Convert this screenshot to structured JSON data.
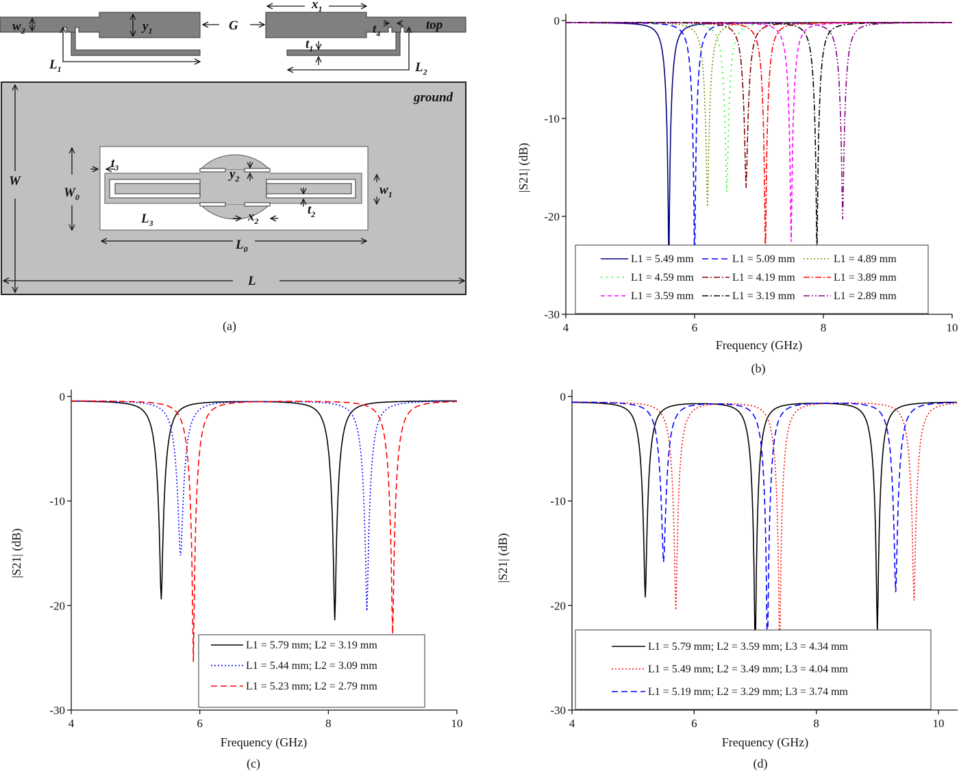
{
  "panel_a": {
    "caption": "(a)",
    "labels": {
      "w2": {
        "t": "w",
        "s": "2"
      },
      "y1": {
        "t": "y",
        "s": "1"
      },
      "G": {
        "t": "G",
        "s": ""
      },
      "x1": {
        "t": "x",
        "s": "1"
      },
      "t4": {
        "t": "t",
        "s": "4"
      },
      "top": {
        "t": "top",
        "s": ""
      },
      "t1": {
        "t": "t",
        "s": "1"
      },
      "L1": {
        "t": "L",
        "s": "1"
      },
      "L2": {
        "t": "L",
        "s": "2"
      },
      "ground": {
        "t": "ground",
        "s": ""
      },
      "W": {
        "t": "W",
        "s": ""
      },
      "W0": {
        "t": "W",
        "s": "0"
      },
      "t3": {
        "t": "t",
        "s": "3"
      },
      "y2": {
        "t": "y",
        "s": "2"
      },
      "w1": {
        "t": "w",
        "s": "1"
      },
      "t2": {
        "t": "t",
        "s": "2"
      },
      "L3": {
        "t": "L",
        "s": "3"
      },
      "x2": {
        "t": "x",
        "s": "2"
      },
      "L0": {
        "t": "L",
        "s": "0"
      },
      "L": {
        "t": "L",
        "s": ""
      }
    },
    "colors": {
      "metal": "#808080",
      "ground": "#c0c0c0",
      "slot": "#ffffff"
    }
  },
  "chart_data": [
    {
      "panel": "b",
      "caption": "(b)",
      "type": "line",
      "xlabel": "Frequency (GHz)",
      "ylabel": "|S21| (dB)",
      "xlim": [
        4,
        10
      ],
      "ylim": [
        -30,
        0
      ],
      "xticks": [
        "4",
        "6",
        "8",
        "10"
      ],
      "yticks": [
        "0",
        "-10",
        "-20",
        "-30"
      ],
      "grid": false,
      "legend": "bottom-center",
      "baseline_db": -0.2,
      "series": [
        {
          "name": "L1 = 5.49 mm",
          "color": "#000080",
          "style": "solid",
          "minima": [
            [
              5.6,
              -26
            ]
          ]
        },
        {
          "name": "L1 = 5.09 mm",
          "color": "#0000ff",
          "style": "dashed",
          "minima": [
            [
              6.0,
              -26
            ]
          ]
        },
        {
          "name": "L1 = 4.89 mm",
          "color": "#808000",
          "style": "dotted",
          "minima": [
            [
              6.2,
              -18.8
            ]
          ]
        },
        {
          "name": "L1 = 4.59 mm",
          "color": "#00ff00",
          "style": "dotted-sparse",
          "minima": [
            [
              6.5,
              -17.3
            ]
          ]
        },
        {
          "name": "L1 = 4.19 mm",
          "color": "#800000",
          "style": "dashdot",
          "minima": [
            [
              6.8,
              -16.9
            ]
          ]
        },
        {
          "name": "L1 = 3.89 mm",
          "color": "#ff0000",
          "style": "dashdot",
          "minima": [
            [
              7.1,
              -25
            ]
          ]
        },
        {
          "name": "L1 = 3.59 mm",
          "color": "#ff00ff",
          "style": "short-dashed",
          "minima": [
            [
              7.5,
              -22.4
            ]
          ]
        },
        {
          "name": "L1 = 3.19 mm",
          "color": "#000000",
          "style": "dashdot",
          "minima": [
            [
              7.9,
              -25
            ]
          ]
        },
        {
          "name": "L1 = 2.89 mm",
          "color": "#800080",
          "style": "dashdotdot",
          "minima": [
            [
              8.3,
              -20.1
            ]
          ]
        }
      ]
    },
    {
      "panel": "c",
      "caption": "(c)",
      "type": "line",
      "xlabel": "Frequency (GHz)",
      "ylabel": "|S21| (dB)",
      "xlim": [
        4,
        10
      ],
      "ylim": [
        -30,
        0
      ],
      "xticks": [
        "4",
        "6",
        "8",
        "10"
      ],
      "yticks": [
        "0",
        "-10",
        "-20",
        "-30"
      ],
      "grid": false,
      "legend": "bottom-center",
      "baseline_db": -0.4,
      "series": [
        {
          "name": "L1 = 5.79 mm; L2 = 3.19 mm",
          "color": "#000000",
          "style": "solid",
          "minima": [
            [
              5.4,
              -19
            ],
            [
              8.1,
              -21
            ]
          ]
        },
        {
          "name": "L1 = 5.44 mm; L2 = 3.09 mm",
          "color": "#0000ff",
          "style": "dotted",
          "minima": [
            [
              5.7,
              -14.8
            ],
            [
              8.6,
              -20.1
            ]
          ]
        },
        {
          "name": "L1 = 5.23 mm; L2 = 2.79 mm",
          "color": "#ff0000",
          "style": "dashed",
          "minima": [
            [
              5.9,
              -25
            ],
            [
              9.0,
              -22.3
            ]
          ]
        }
      ]
    },
    {
      "panel": "d",
      "caption": "(d)",
      "type": "line",
      "xlabel": "Frequency (GHz)",
      "ylabel": "|S21| (dB)",
      "xlim": [
        4,
        10.3
      ],
      "ylim": [
        -30,
        0
      ],
      "xticks": [
        "4",
        "6",
        "8",
        "10"
      ],
      "yticks": [
        "0",
        "-10",
        "-20",
        "-30"
      ],
      "grid": false,
      "legend": "bottom-center",
      "baseline_db": -0.5,
      "series": [
        {
          "name": "L1 = 5.79 mm; L2 = 3.59 mm; L3 =  4.34 mm",
          "color": "#000000",
          "style": "solid",
          "minima": [
            [
              5.2,
              -18.7
            ],
            [
              7.0,
              -25
            ],
            [
              9.0,
              -22
            ]
          ]
        },
        {
          "name": "L1 = 5.49 mm; L2 = 3.49 mm; L3 =  4.04 mm",
          "color": "#ff0000",
          "style": "dotted",
          "minima": [
            [
              5.7,
              -19.9
            ],
            [
              7.4,
              -25
            ],
            [
              9.6,
              -19
            ]
          ]
        },
        {
          "name": "L1 = 5.19 mm; L2 = 3.29 mm; L3 =  3.74 mm",
          "color": "#0000ff",
          "style": "dashed",
          "minima": [
            [
              5.5,
              -15.3
            ],
            [
              7.2,
              -25
            ],
            [
              9.3,
              -18.2
            ]
          ]
        }
      ]
    }
  ]
}
